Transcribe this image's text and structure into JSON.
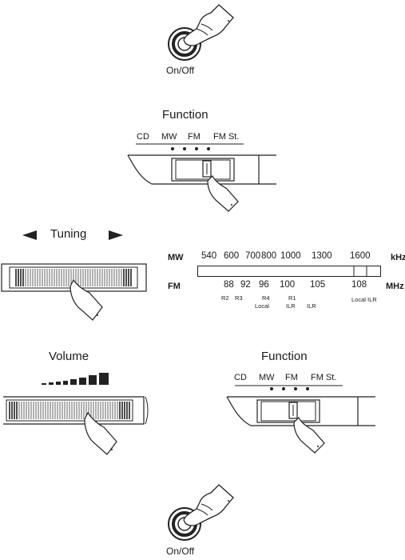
{
  "onoff_top": {
    "label": "On/Off"
  },
  "function_top": {
    "title": "Function",
    "positions": [
      "CD",
      "MW",
      "FM",
      "FM St."
    ]
  },
  "tuning": {
    "title": "Tuning",
    "left_arrow_icon": "arrow-left-icon",
    "right_arrow_icon": "arrow-right-icon"
  },
  "dial": {
    "mw_label": "MW",
    "mw_unit": "kHz",
    "mw_scale": [
      "540",
      "600",
      "700",
      "800",
      "1000",
      "1300",
      "1600"
    ],
    "fm_label": "FM",
    "fm_unit": "MHz",
    "fm_scale": [
      "88",
      "92",
      "96",
      "100",
      "105",
      "108"
    ],
    "fm_stations": [
      "R2",
      "R3",
      "R4",
      "Local",
      "R1",
      "ILR",
      "ILR",
      "Local",
      "ILR"
    ]
  },
  "volume": {
    "title": "Volume"
  },
  "function_bottom": {
    "title": "Function",
    "positions": [
      "CD",
      "MW",
      "FM",
      "FM St."
    ]
  },
  "onoff_bottom": {
    "label": "On/Off"
  }
}
